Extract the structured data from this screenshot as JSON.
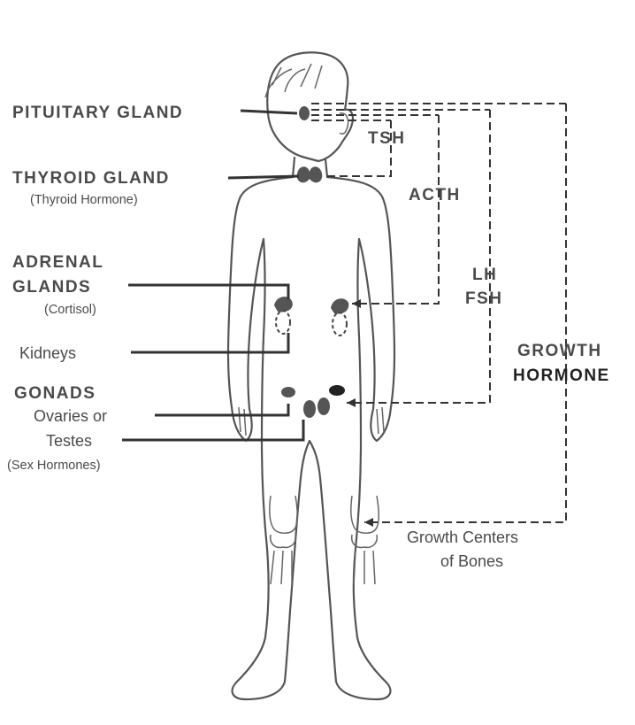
{
  "labels": {
    "pituitary": "PITUITARY  GLAND",
    "thyroid": "THYROID  GLAND",
    "thyroid_sub": "(Thyroid Hormone)",
    "adrenal_1": "ADRENAL",
    "adrenal_2": "GLANDS",
    "adrenal_sub": "(Cortisol)",
    "kidneys": "Kidneys",
    "gonads": "GONADS",
    "ovaries": "Ovaries or",
    "testes": "Testes",
    "gonads_sub": "(Sex Hormones)"
  },
  "hormones": {
    "tsh": "TSH",
    "acth": "ACTH",
    "lh": "LH",
    "fsh": "FSH",
    "growth_1": "GROWTH",
    "growth_2": "HORMONE"
  },
  "targets": {
    "growth_centers_1": "Growth Centers",
    "growth_centers_2": "of Bones"
  }
}
